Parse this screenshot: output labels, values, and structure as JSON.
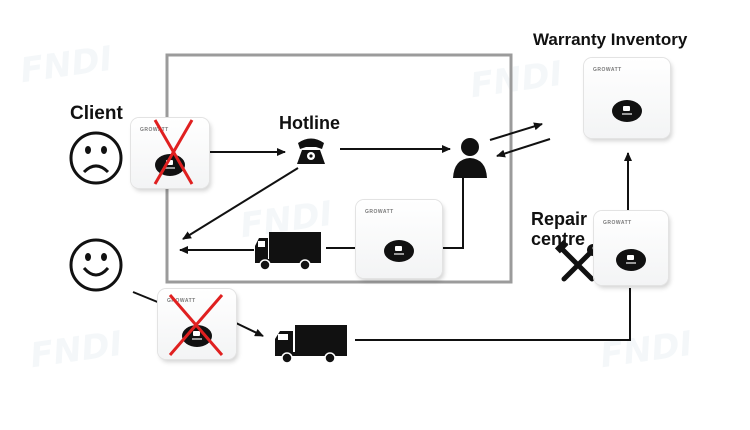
{
  "labels": {
    "client": "Client",
    "hotline": "Hotline",
    "warranty_inventory": "Warranty Inventory",
    "repair_centre_line1": "Repair",
    "repair_centre_line2": "centre"
  },
  "inverter_brand": "GROWATT",
  "watermark_text": "FNDI",
  "colors": {
    "line": "#111111",
    "frame": "#999999",
    "cross": "#e02020",
    "device": "#f4f5f6"
  },
  "icons": [
    "sad-face-icon",
    "happy-face-icon",
    "telephone-icon",
    "person-icon",
    "truck-icon",
    "wrench-hammer-icon",
    "red-cross-icon"
  ]
}
